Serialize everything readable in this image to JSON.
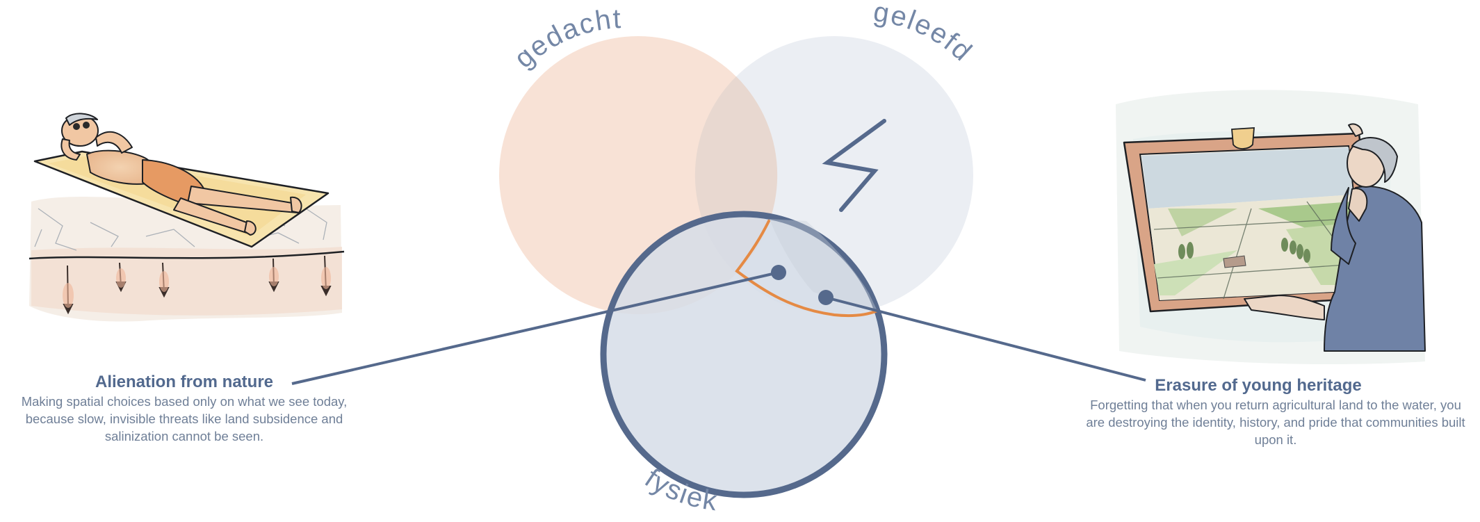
{
  "diagram": {
    "circles": [
      {
        "label": "gedacht",
        "fill": "#f8e2d6"
      },
      {
        "label": "geleefd",
        "fill": "#e7ebf1"
      },
      {
        "label": "fysiek",
        "fill": "#d6dde8",
        "stroke": "#55698c"
      }
    ],
    "conflict_icon": "lightning-icon",
    "highlight_color": "#e58a44",
    "accent_color": "#55698c"
  },
  "callouts": {
    "left": {
      "title": "Alienation from nature",
      "body": "Making spatial choices based only on what we see today, because slow, invisible threats like land subsidence and salinization cannot be seen.",
      "illustration": "person-sunbathing-on-sinking-ground"
    },
    "right": {
      "title": "Erasure of young heritage",
      "body": "Forgetting that when you return agricultural land to the water, you are destroying the identity, history, and pride that communities built upon it.",
      "illustration": "elderly-man-holding-framed-polder-landscape"
    }
  }
}
